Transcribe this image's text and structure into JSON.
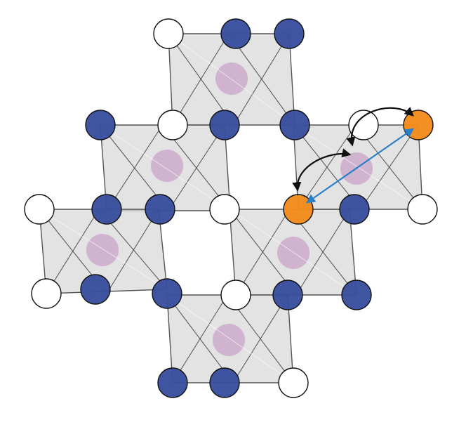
{
  "diagram": {
    "kind": "octahedral-framework",
    "colors": {
      "background": "#ffffff",
      "face_fill": "#d9d9d9",
      "face_stroke": "#555555",
      "edge_stroke": "#3a3a3a",
      "center_atom": "#c9a6c9",
      "blue_atom": "#3a4f9e",
      "white_atom": "#ffffff",
      "highlight_atom": "#f28c1c",
      "curved_arrow": "#111111",
      "distance_arrow": "#2a7fc9"
    },
    "octahedra_count": 6,
    "arrows": {
      "curved_hops": 2,
      "straight_distance": 1
    }
  }
}
